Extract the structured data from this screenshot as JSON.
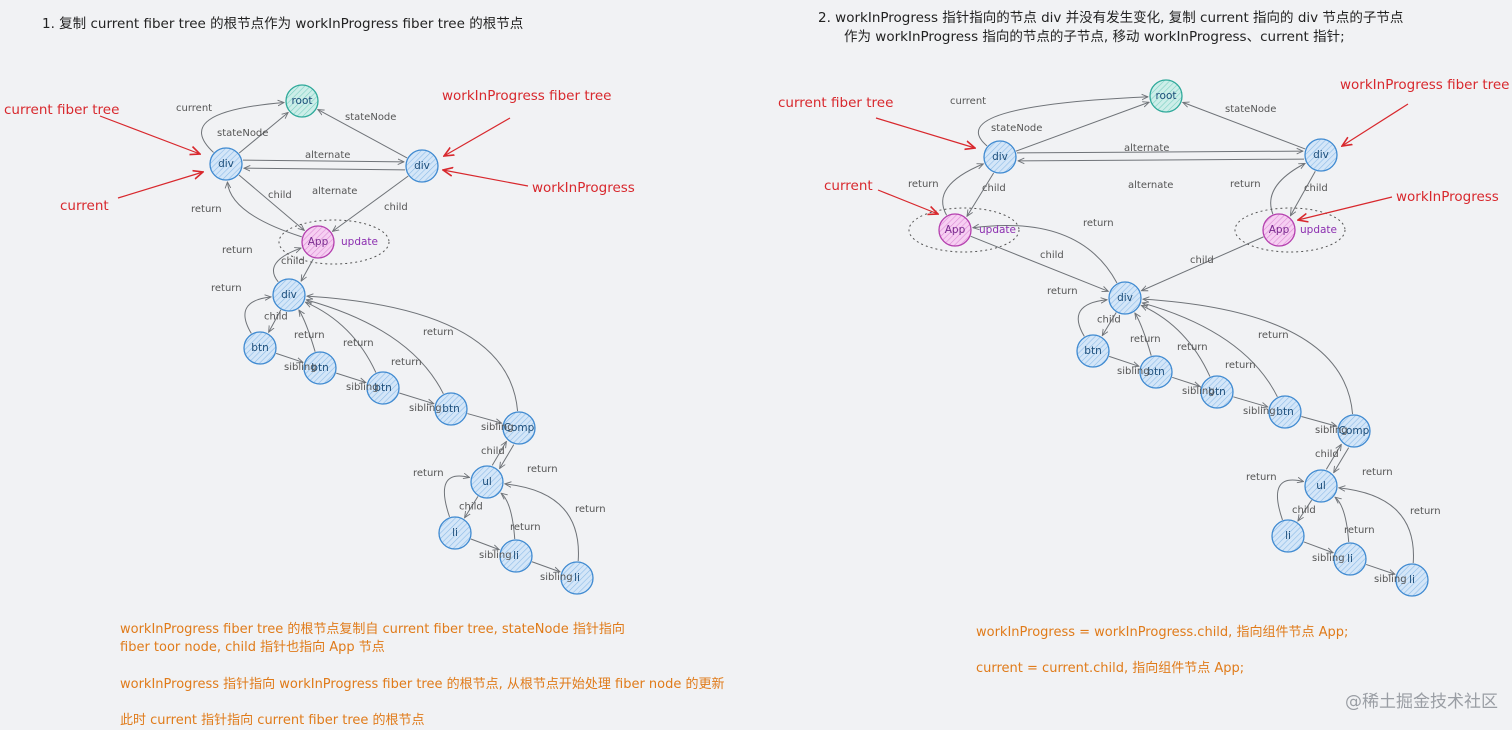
{
  "panel1": {
    "title": "1.  复制 current fiber tree 的根节点作为 workInProgress fiber tree 的根节点",
    "labels": {
      "current_tree": "current fiber tree",
      "current": "current",
      "wip_tree": "workInProgress fiber tree",
      "wip": "workInProgress"
    },
    "notes": [
      "workInProgress fiber tree 的根节点复制自 current fiber tree, stateNode 指针指向",
      "fiber toor node, child 指针也指向 App 节点",
      "workInProgress 指针指向 workInProgress fiber tree 的根节点, 从根节点开始处理 fiber node 的更新",
      "此时 current 指针指向 current fiber tree 的根节点"
    ]
  },
  "panel2": {
    "title_line1": "2.  workInProgress 指针指向的节点 div 并没有发生变化, 复制 current 指向的 div 节点的子节点",
    "title_line2": "作为 workInProgress 指向的节点的子节点, 移动 workInProgress、current 指针;",
    "labels": {
      "current_tree": "current fiber tree",
      "current": "current",
      "wip_tree": "workInProgress fiber tree",
      "wip": "workInProgress"
    },
    "notes": [
      "workInProgress = workInProgress.child, 指向组件节点 App;",
      "current = current.child, 指向组件节点 App;"
    ]
  },
  "nodes": {
    "root": "root",
    "div": "div",
    "app": "App",
    "btn": "btn",
    "comp": "Comp",
    "ul": "ul",
    "li": "li"
  },
  "edges": {
    "current": "current",
    "stateNode": "stateNode",
    "alternate": "alternate",
    "child": "child",
    "return": "return",
    "sibling": "sibling",
    "update": "update"
  },
  "colors": {
    "node_fill": "#cfe3f7",
    "node_stroke": "#3f8ad1",
    "root_fill": "#c6ece6",
    "root_stroke": "#2ea99a",
    "app_fill": "#f3c7f0",
    "app_stroke": "#b43fae",
    "red": "#d8282d",
    "orange": "#e07b1a"
  },
  "watermark": "@稀土掘金技术社区"
}
